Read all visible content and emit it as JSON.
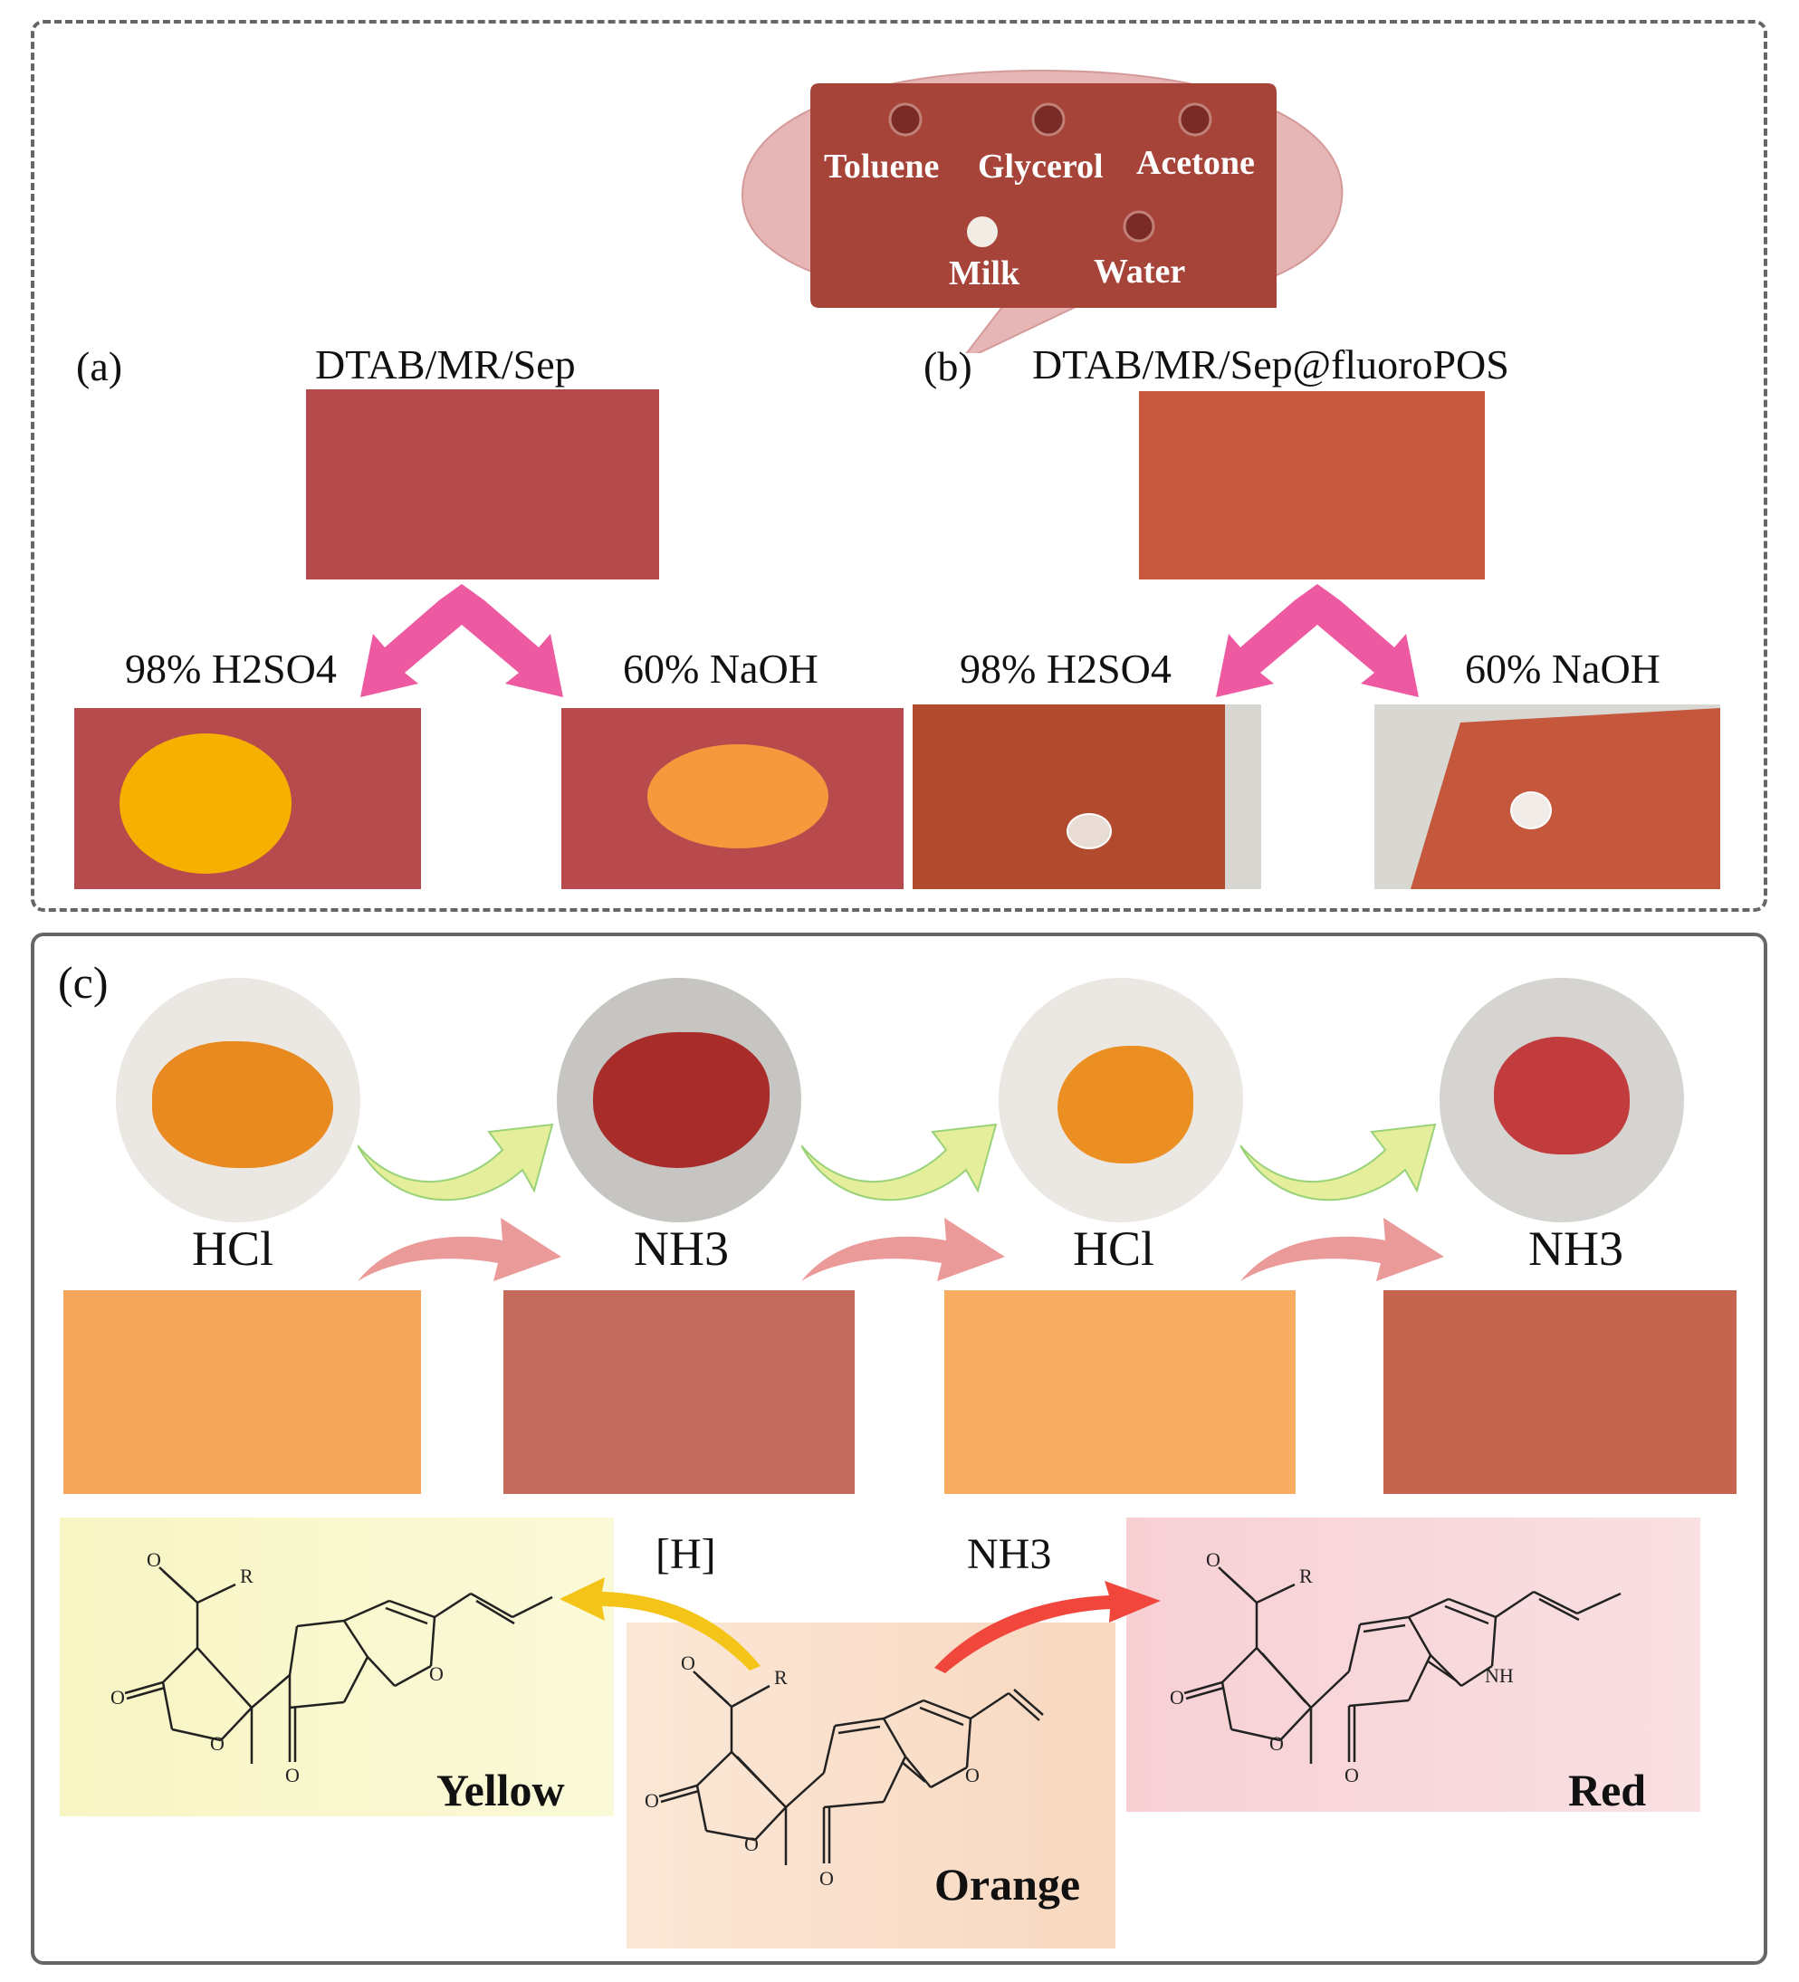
{
  "panels": {
    "a": {
      "label": "(a)",
      "title": "DTAB/MR/Sep",
      "acid_label": "98% H2SO4",
      "base_label": "60% NaOH"
    },
    "b": {
      "label": "(b)",
      "title": "DTAB/MR/Sep@fluoroPOS",
      "acid_label": "98% H2SO4",
      "base_label": "60% NaOH",
      "callout": [
        "Toluene",
        "Glycerol",
        "Acetone",
        "Milk",
        "Water"
      ]
    },
    "c": {
      "label": "(c)",
      "steps": [
        {
          "gas": "HCl"
        },
        {
          "gas": "NH3"
        },
        {
          "gas": "HCl"
        },
        {
          "gas": "NH3"
        }
      ],
      "reaction": {
        "reduction_label": "[H]",
        "ammonia_label": "NH3",
        "structures": [
          "Yellow",
          "Orange",
          "Red"
        ],
        "atoms": {
          "r": "R",
          "o": "O",
          "nh": "NH"
        }
      }
    }
  },
  "colors": {
    "sep_red": "#b5484a",
    "fluoro_red": "#c8573f",
    "acid_spot": "#f5b000",
    "base_spot": "#f59a3c",
    "hcl_orange": "#f6a65a",
    "nh3_red": "#c56b5d",
    "arrow_pink": "#ee5aa2",
    "arrow_yellow_green": "#e4ee9b",
    "arrow_salmon": "#ea9a98",
    "bg_yellow": "#fbf8c8",
    "bg_orange": "#fbe0cb",
    "bg_pink": "#f8d3d6"
  }
}
